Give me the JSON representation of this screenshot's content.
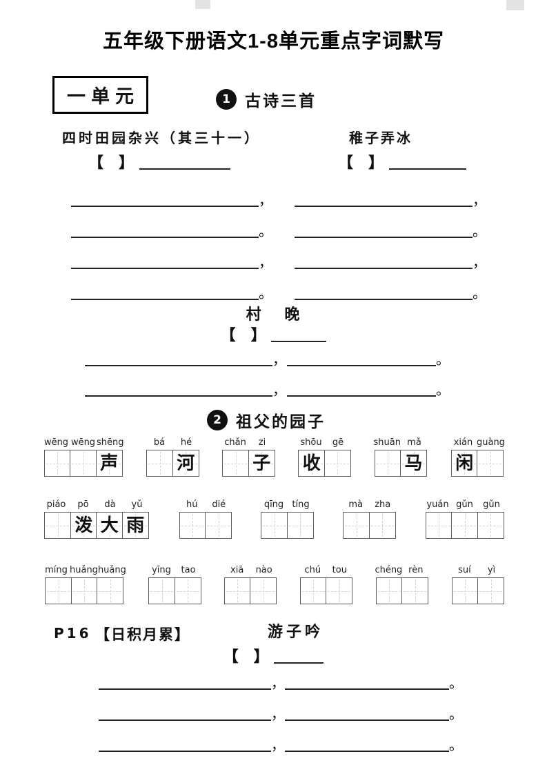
{
  "title": "五年级下册语文1-8单元重点字词默写",
  "unit_label": "一单元",
  "punct": {
    "comma": "，",
    "period": "。"
  },
  "bracket": {
    "open": "【",
    "close": "】"
  },
  "gushi": {
    "badge": "1",
    "heading": "古诗三首",
    "left_poem_title": "四时田园杂兴（其三十一）",
    "right_poem_title": "稚子弄冰"
  },
  "cunwan": {
    "title": "村 晚"
  },
  "garden": {
    "badge": "2",
    "heading": "祖父的园子",
    "rows": [
      [
        {
          "pinyin": "wēng wēng shēng",
          "cells": [
            "",
            "",
            "声"
          ]
        },
        {
          "pinyin": "bá hé",
          "cells": [
            "",
            "河"
          ]
        },
        {
          "pinyin": "chǎn zi",
          "cells": [
            "",
            "子"
          ]
        },
        {
          "pinyin": "shōu gē",
          "cells": [
            "收",
            ""
          ]
        },
        {
          "pinyin": "shuān mǎ",
          "cells": [
            "",
            "马"
          ]
        },
        {
          "pinyin": "xián guàng",
          "cells": [
            "闲",
            ""
          ]
        }
      ],
      [
        {
          "pinyin": "piáo pō dà yǔ",
          "cells": [
            "",
            "泼",
            "大",
            "雨"
          ]
        },
        {
          "pinyin": "hú dié",
          "cells": [
            "",
            ""
          ]
        },
        {
          "pinyin": "qīng tíng",
          "cells": [
            "",
            ""
          ]
        },
        {
          "pinyin": "mà zha",
          "cells": [
            "",
            ""
          ]
        },
        {
          "pinyin": "yuán gǔn gǔn",
          "cells": [
            "",
            "",
            ""
          ]
        }
      ],
      [
        {
          "pinyin": "míng huǎng huǎng",
          "cells": [
            "",
            "",
            ""
          ]
        },
        {
          "pinyin": "yīng tao",
          "cells": [
            "",
            ""
          ]
        },
        {
          "pinyin": "xiā nào",
          "cells": [
            "",
            ""
          ]
        },
        {
          "pinyin": "chú tou",
          "cells": [
            "",
            ""
          ]
        },
        {
          "pinyin": "chéng rèn",
          "cells": [
            "",
            ""
          ]
        },
        {
          "pinyin": "suí yì",
          "cells": [
            "",
            ""
          ]
        }
      ]
    ]
  },
  "accumulate": {
    "page_ref": "P16",
    "label": "【日积月累】",
    "poem_title": "游子吟"
  }
}
